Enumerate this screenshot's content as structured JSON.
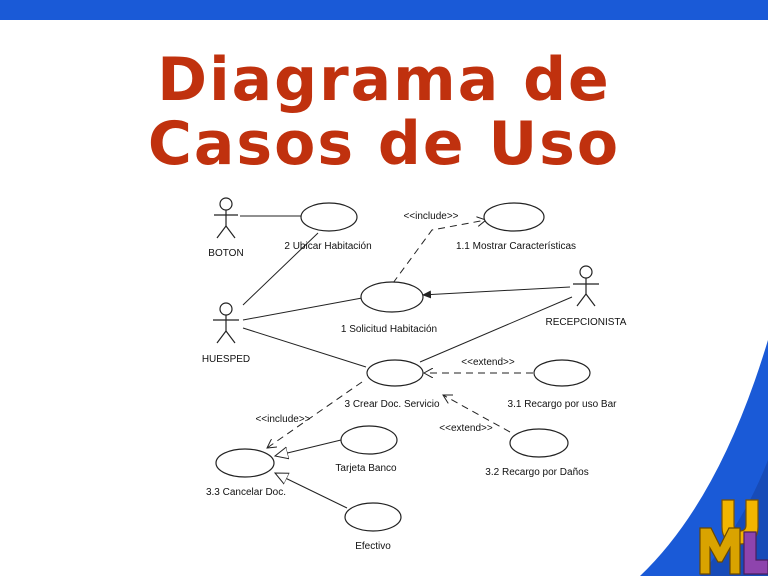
{
  "title": {
    "line1": "Diagrama de",
    "line2": "Casos de Uso"
  },
  "actors": {
    "boton": "BOTON",
    "huesped": "HUESPED",
    "recepcionista": "RECEPCIONISTA"
  },
  "use_cases": {
    "ubicar": "2 Ubicar Habitación",
    "mostrar": "1.1 Mostrar Características",
    "solicitud": "1 Solicitud Habitación",
    "crear_doc": "3 Crear Doc. Servicio",
    "recargo_bar": "3.1 Recargo por uso Bar",
    "recargo_danos": "3.2 Recargo por Daños",
    "cancelar": "3.3 Cancelar Doc.",
    "tarjeta": "Tarjeta Banco",
    "efectivo": "Efectivo"
  },
  "stereotypes": {
    "include_top": "<<include>>",
    "extend_bar": "<<extend>>",
    "extend_danos": "<<extend>>",
    "include_cancel": "<<include>>"
  },
  "colors": {
    "top_bar": "#1a5ad7",
    "title": "#c0310e"
  },
  "logo": {
    "letters": "UML"
  }
}
